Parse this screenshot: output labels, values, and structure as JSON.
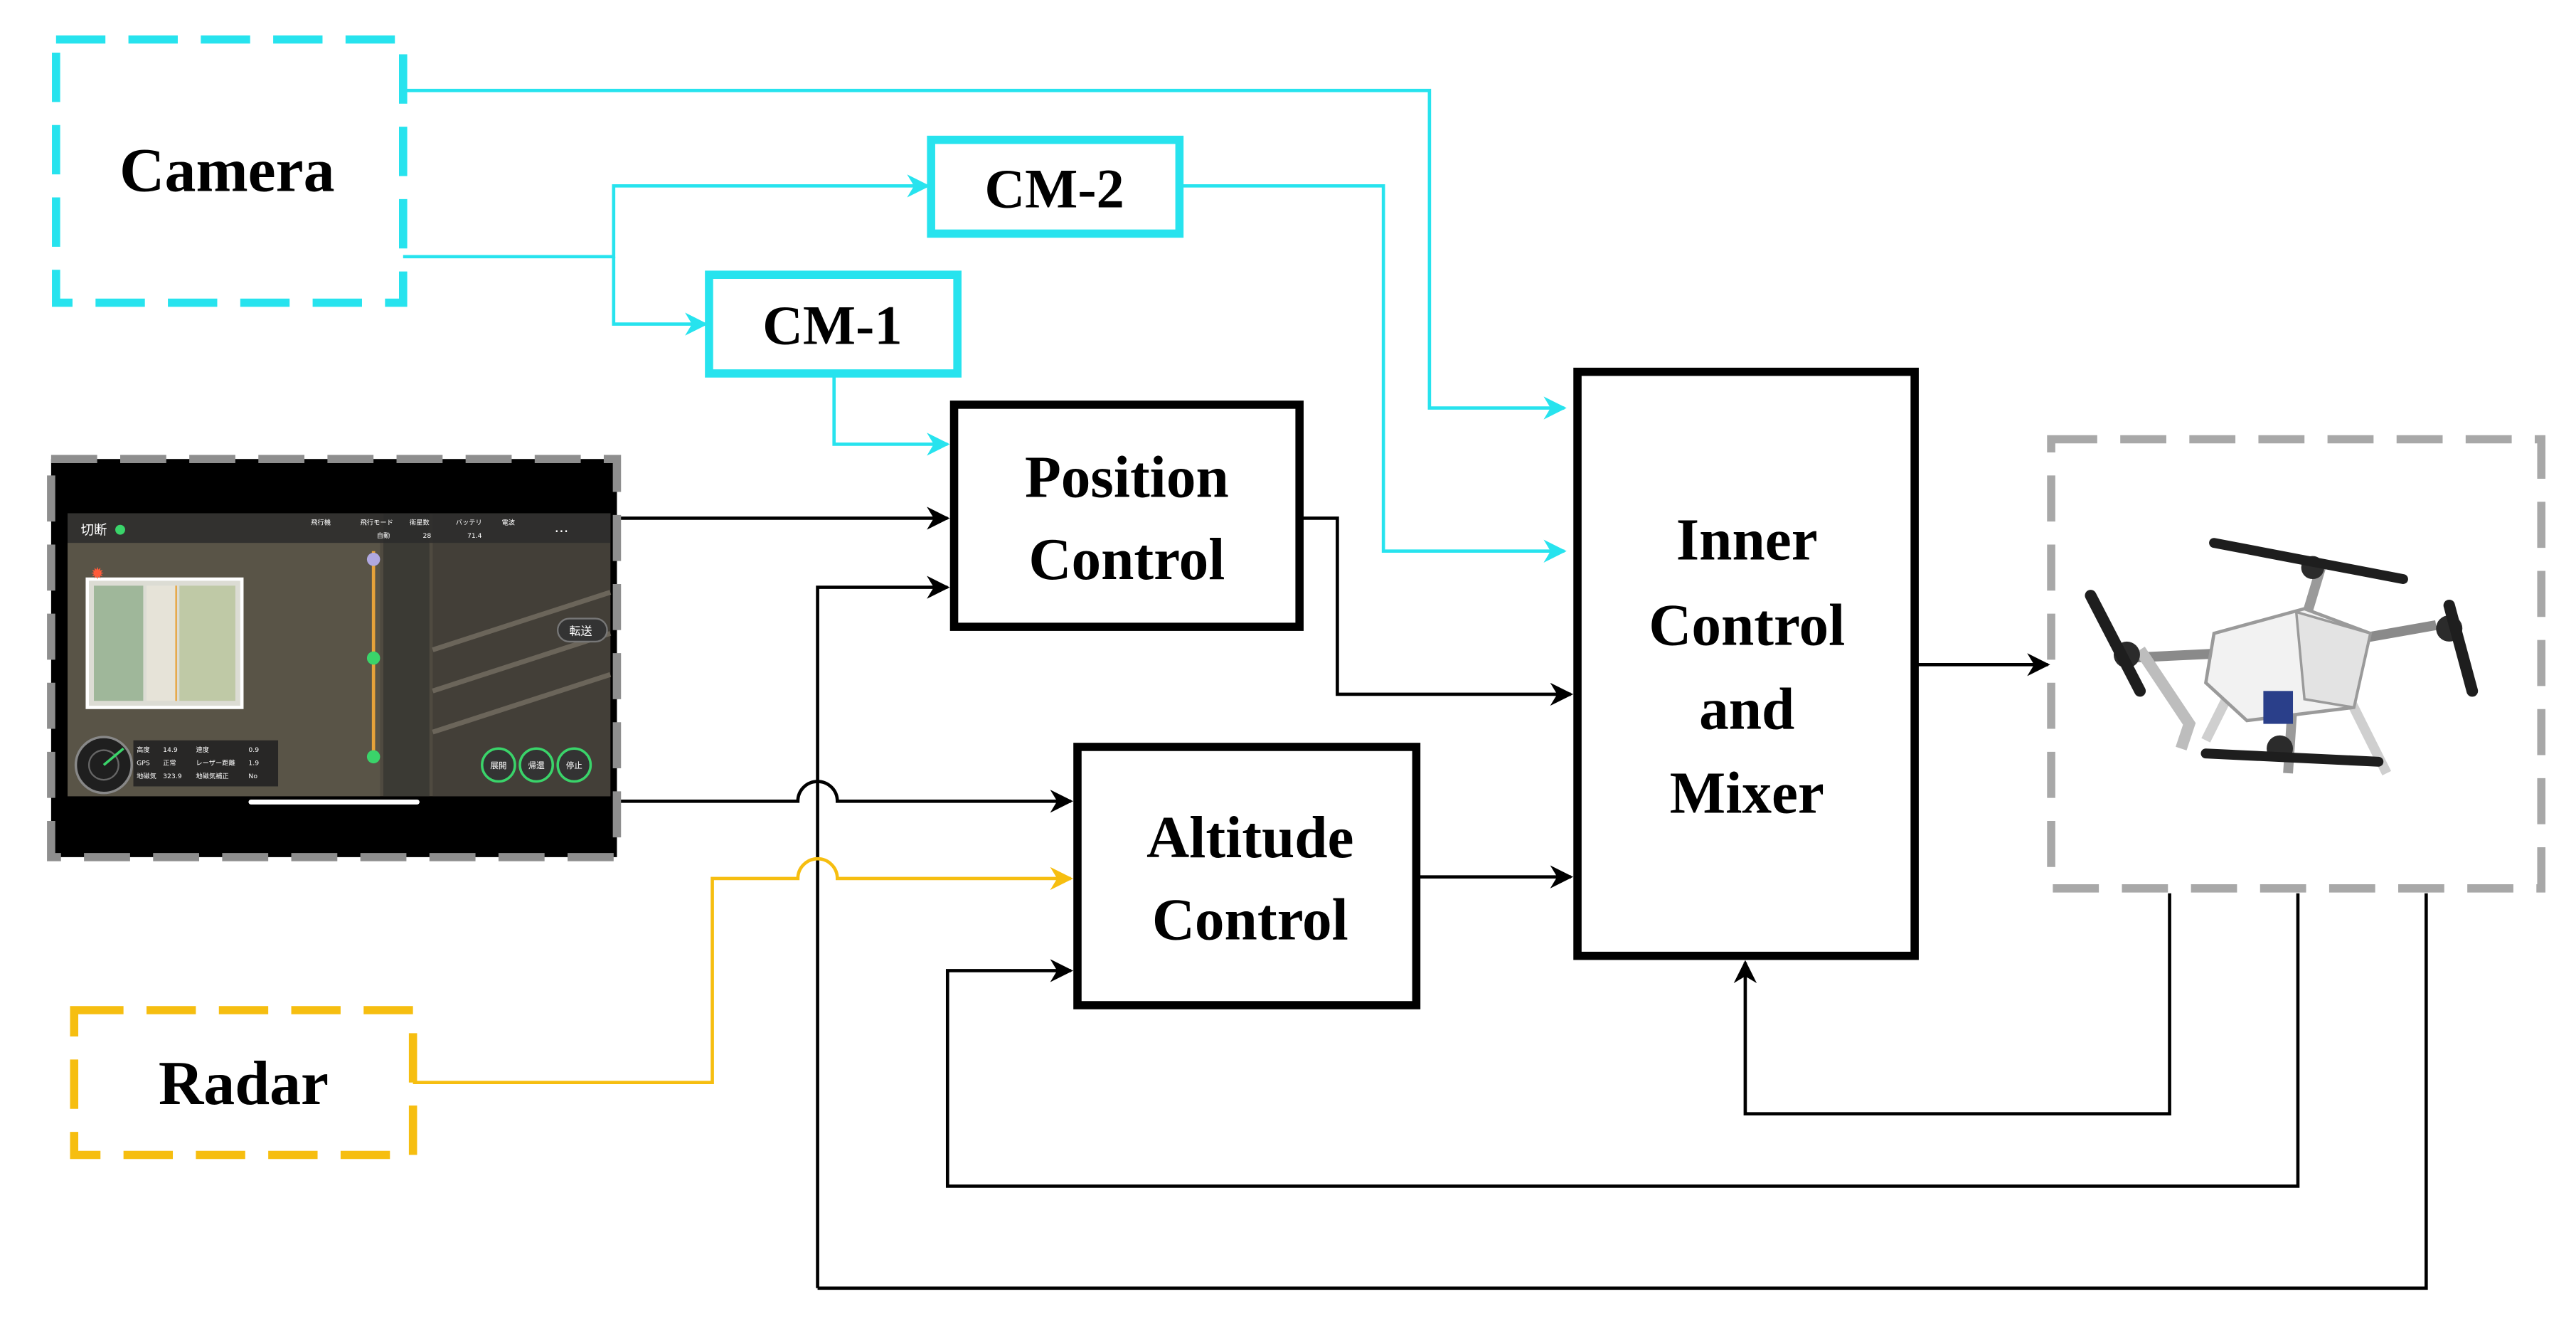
{
  "blocks": {
    "camera": "Camera",
    "cm2": "CM-2",
    "cm1": "CM-1",
    "position": [
      "Position",
      "Control"
    ],
    "altitude": [
      "Altitude",
      "Control"
    ],
    "inner": [
      "Inner",
      "Control",
      "and",
      "Mixer"
    ],
    "radar": "Radar"
  },
  "screen": {
    "top_left": "切断",
    "badge_1": "飛行機",
    "badge_2": "飛行モード",
    "badge_3": "衛星数",
    "badge_4": "バッテリ",
    "badge_5": "電波",
    "mode_val": "自動",
    "sat_val": "28",
    "bat_val": "71.4",
    "transfer": "転送",
    "tele_r1a": "高度",
    "tele_r1b": "14.9",
    "tele_r1c": "速度",
    "tele_r1d": "0.9",
    "tele_r2a": "GPS",
    "tele_r2b": "正常",
    "tele_r2c": "レーザー距離",
    "tele_r2d": "1.9",
    "tele_r3a": "地磁気",
    "tele_r3b": "323.9",
    "tele_r3c": "地磁気補正",
    "tele_r3d": "No",
    "btn_1": "展開",
    "btn_2": "帰還",
    "btn_3": "停止"
  },
  "colors": {
    "camera": "#27E3EE",
    "radar": "#F6BE10",
    "main": "#000000",
    "drone_frame": "#A8A8A8",
    "screen_frame": "#8E8E8E"
  }
}
